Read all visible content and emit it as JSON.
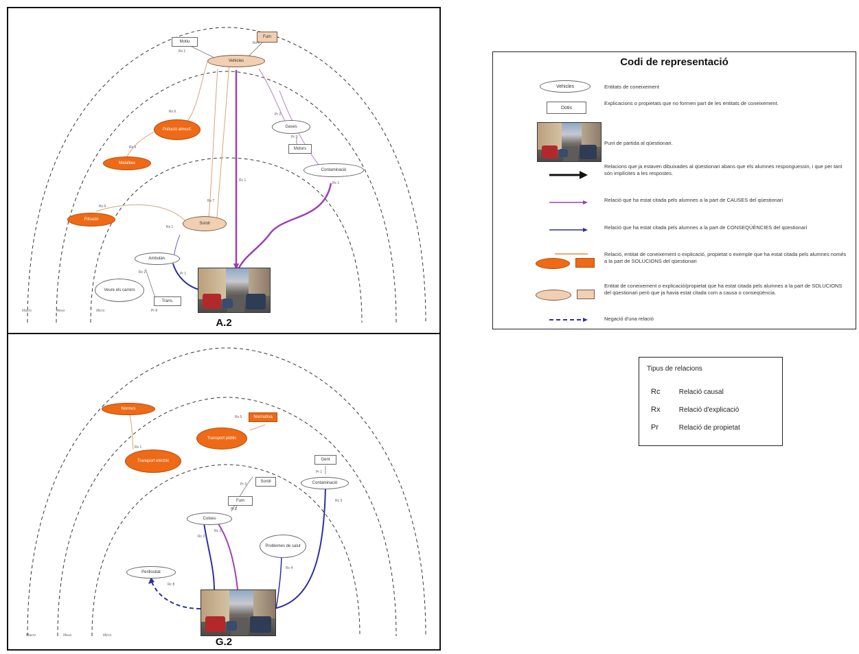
{
  "panel_a2": {
    "caption": "A.2",
    "nodes": {
      "top_left_box": "Motiu",
      "top_right_box": "Fum",
      "center_top": "Vehicles",
      "orange_left": "Pollució atmosf.",
      "orange_mid": "Malalties",
      "orange_far_left": "Filtració",
      "right_white": "Gases",
      "right_box": "Motors",
      "right_ellipse": "Contaminació",
      "beige_mid": "Soroll",
      "bottom_left": "Ambulàn.",
      "bottom_ellipse": "Veure els carrers",
      "bottom_box": "Tràns."
    },
    "relations": [
      "Rx 1",
      "Rx 1",
      "Rx 6",
      "Rx 5",
      "Pr 2",
      "Pr 3",
      "Rc 1",
      "Rc 1",
      "Rx 6",
      "Rx 7",
      "Rx 1",
      "Rc 2",
      "Pr 1",
      "Pr 8"
    ],
    "zones": [
      "Macro",
      "Meso",
      "Micro"
    ]
  },
  "panel_g2": {
    "caption": "G.2",
    "nodes": {
      "orange_top_left": "Normes",
      "orange_box_right": "Normativa",
      "orange_center": "Transport públic",
      "orange_left_lower": "Transport elèctric",
      "box_top_right": "Gent",
      "box_mid": "Soroll",
      "box_small": "Fum",
      "right_ellipse": "Contaminació",
      "center_ellipse": "Cotxes",
      "problems_ellipse": "Problemes de salut",
      "left_ellipse": "Perillositat"
    },
    "relations": [
      "Rx 1",
      "Rx 5",
      "Pr 3",
      "Pr 1",
      "Pr 2",
      "Rc 2",
      "Rc 1",
      "Rc 4",
      "Rc 3",
      "Rc 8"
    ],
    "zones": [
      "Macro",
      "Meso",
      "Micro"
    ]
  },
  "legend": {
    "title": "Codi de representació",
    "rows": [
      {
        "symbol": "Vehicles",
        "text": "Entitats de coneixement"
      },
      {
        "symbol": "Dotis",
        "text": "Explicacions o propietats que no formen part de les entitats de coneixement."
      },
      {
        "symbol": "",
        "text": "Punt de partida al qüestionari."
      },
      {
        "symbol": "",
        "text": "Relacions que ja estaven dibuixades al qüestionari abans que els alumnes responguessin, i que per tant són implícites a les respostes."
      },
      {
        "symbol": "",
        "text": "Relació que ha estat citada pels alumnes a la part de CAUSES del qüestionari"
      },
      {
        "symbol": "",
        "text": "Relació que ha estat citada pels alumnes a la part de CONSEQÜÈNCIES del qüestionari"
      },
      {
        "symbol": "",
        "text": "Relació, entitat de coneixement o explicació, propietat o exemple que ha estat citada pels alumnes només a la part de SOLUCIONS del qüestionari"
      },
      {
        "symbol": "",
        "text": "Entitat de coneixement o explicació/propietat que ha estat citada pels alumnes a la part de SOLUCIONS del qüestionari però que ja havia estat citada com a causa o conseqüència."
      },
      {
        "symbol": "",
        "text": "Negació d'una relació"
      }
    ]
  },
  "relations_box": {
    "title": "Tipus de relacions",
    "items": [
      {
        "abbr": "Rc",
        "label": "Relació causal"
      },
      {
        "abbr": "Rx",
        "label": "Relació d'explicació"
      },
      {
        "abbr": "Pr",
        "label": "Relació de propietat"
      }
    ]
  },
  "colors": {
    "orange": "#ee6a17",
    "beige": "#f0cfb2",
    "purple": "#9b3fb5",
    "blue": "#2b2f9e",
    "tan_line": "#d9a27a"
  }
}
